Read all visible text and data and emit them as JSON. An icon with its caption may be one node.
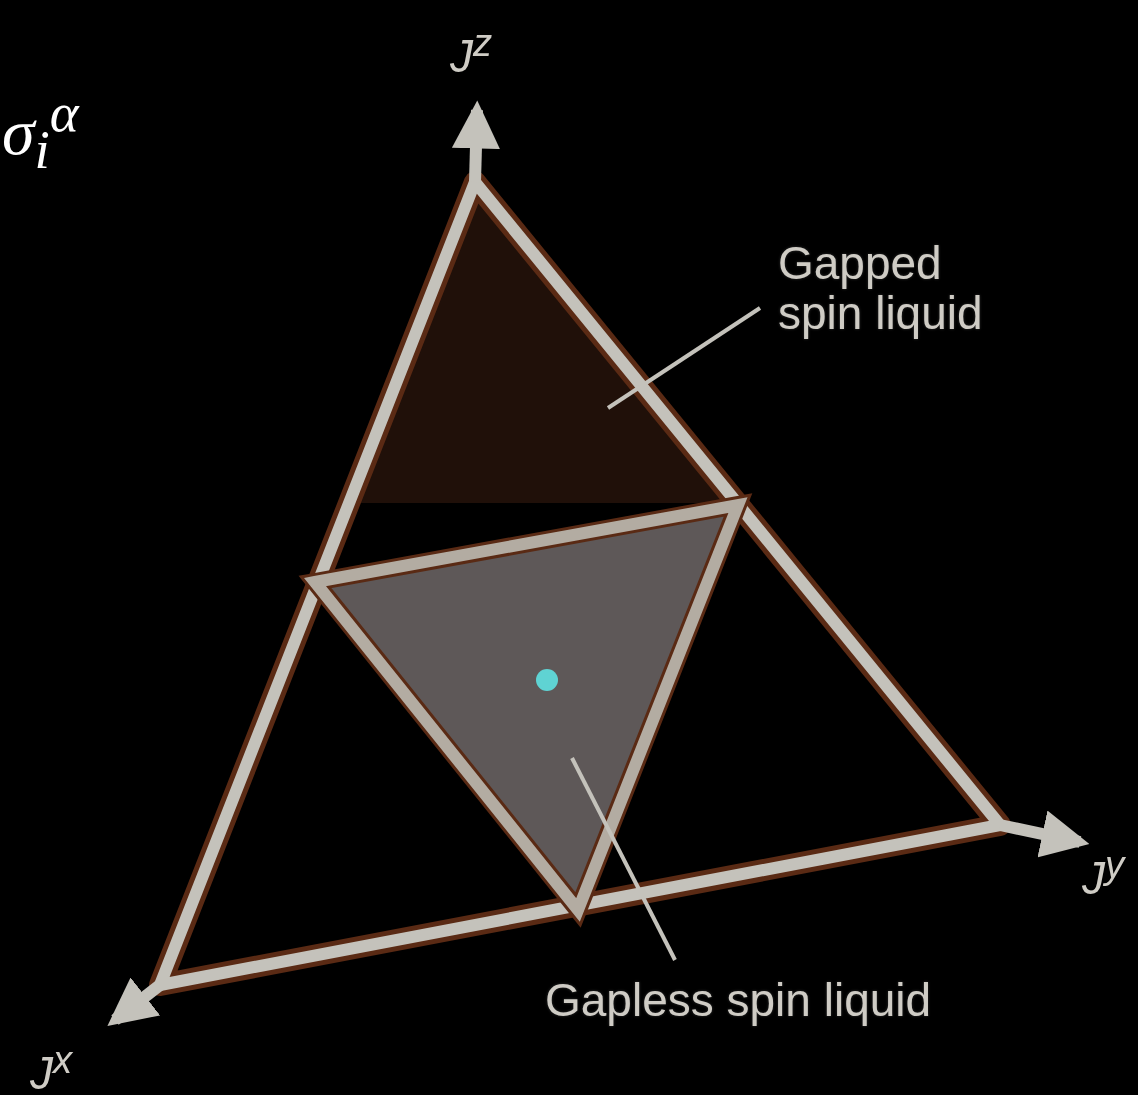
{
  "diagram": {
    "nodes": [
      {
        "text": [
          "Gapped spin liquid"
        ]
      },
      {
        "text": [],
        "shape": "triangle"
      },
      {
        "text": [
          "Gapless spin liquid"
        ]
      },
      {
        "text": [],
        "shape": "triangle"
      }
    ],
    "edges": [
      {
        "from": 0,
        "to": 1,
        "arrow": "none"
      },
      {
        "from": 2,
        "to": 3,
        "arrow": "none"
      }
    ],
    "labels": [
      "σ$_{i}$$^{α}$",
      "J$^{z}$",
      "J$^{y}$",
      "J$^{x}$"
    ]
  }
}
